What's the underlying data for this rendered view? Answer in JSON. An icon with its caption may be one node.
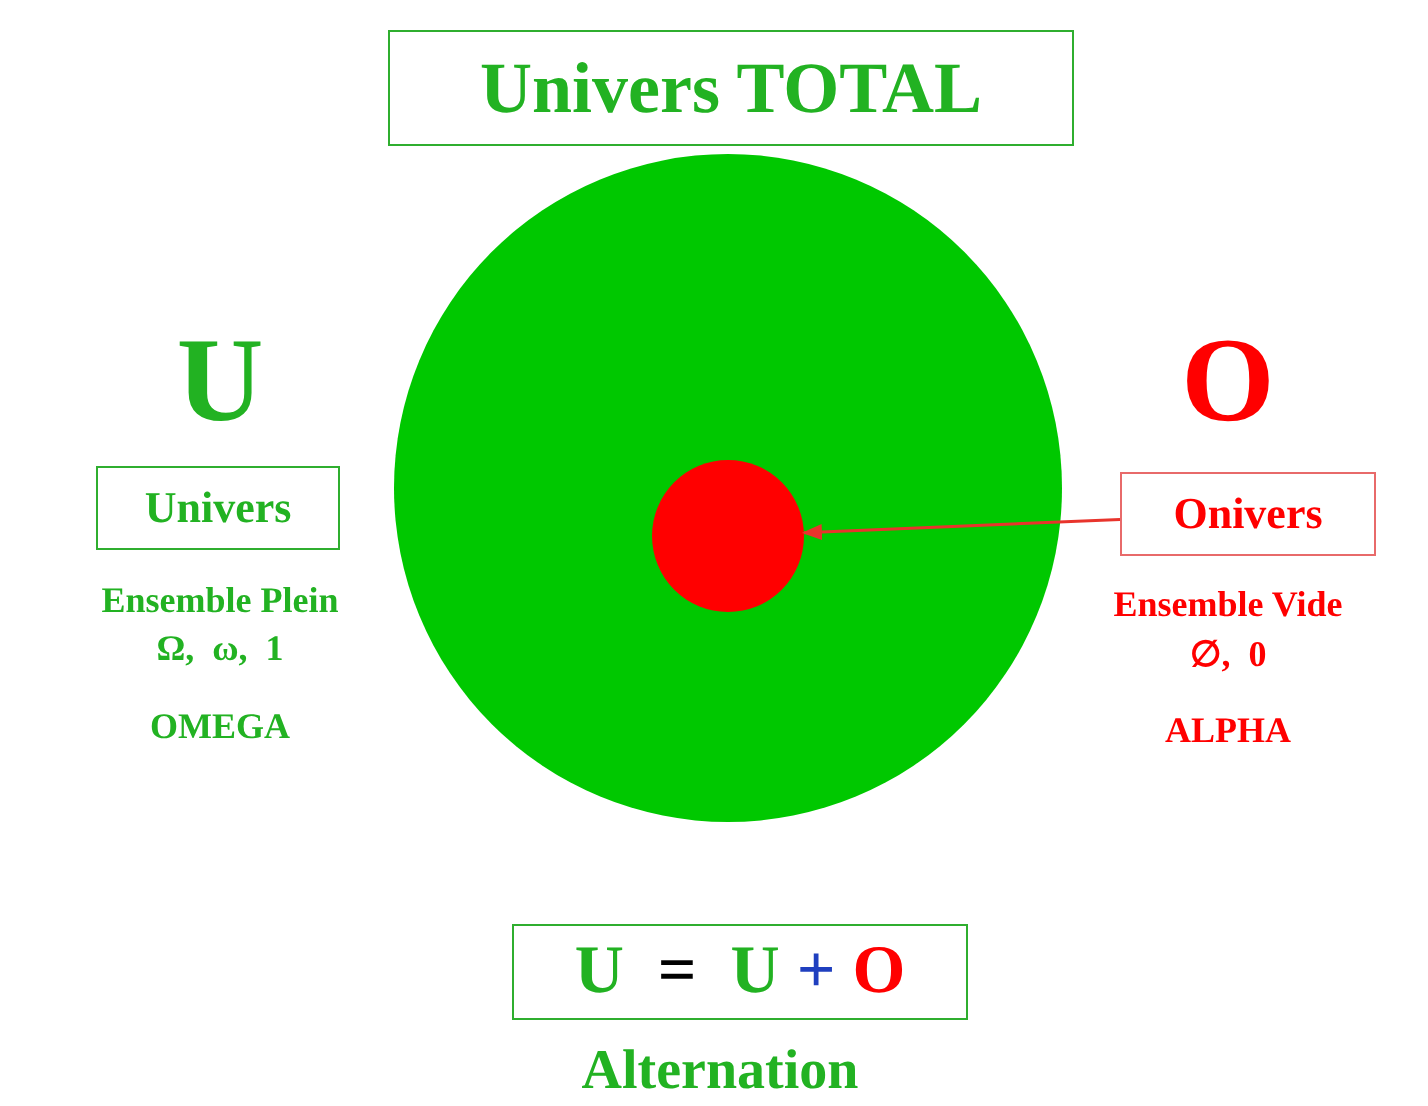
{
  "diagram": {
    "nodes": [
      {
        "text": [
          "Univers TOTAL"
        ]
      },
      {
        "text": [],
        "shape": "circle"
      },
      {
        "text": [],
        "shape": "circle",
        "in": 1
      },
      {
        "text": [
          "Univers"
        ],
        "beside": [
          "U",
          "Ensemble Plein",
          "Ω,  ω,  1",
          "OMEGA"
        ]
      },
      {
        "text": [
          "Onivers"
        ],
        "beside": [
          "O",
          "Ensemble Vide",
          "∅,  0",
          "ALPHA"
        ]
      },
      {
        "text": [
          "U  =  U + O"
        ],
        "beside": [
          "Alternation"
        ]
      }
    ],
    "edges": [
      {
        "from": 4,
        "to": 2,
        "arrow": "to",
        "color": "#e8342c"
      }
    ]
  }
}
